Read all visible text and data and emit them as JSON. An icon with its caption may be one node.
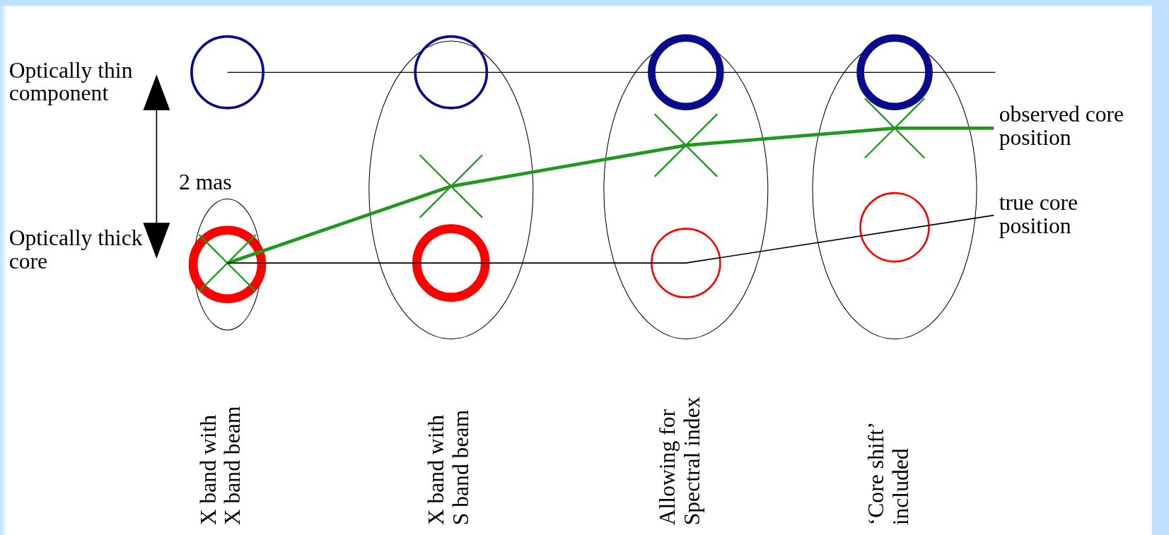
{
  "diagram": {
    "nodes": [
      {
        "text": [
          "Optically thin component"
        ]
      },
      {
        "text": [
          "Optically thick core"
        ]
      },
      {
        "text": [
          "observed core position"
        ]
      },
      {
        "text": [
          "true core position"
        ]
      }
    ],
    "edges": [
      {
        "from": 2,
        "to": null,
        "arrow": "none",
        "style": "thick",
        "color": "#1f9a1f"
      },
      {
        "from": 3,
        "to": null,
        "arrow": "none"
      },
      {
        "from": 0,
        "to": 1,
        "arrow": "both"
      }
    ],
    "labels": [
      "2 mas",
      "X band with X band beam",
      "X band with S band beam",
      "Allowing for Spectral index",
      "‘Core shift’ included"
    ]
  }
}
